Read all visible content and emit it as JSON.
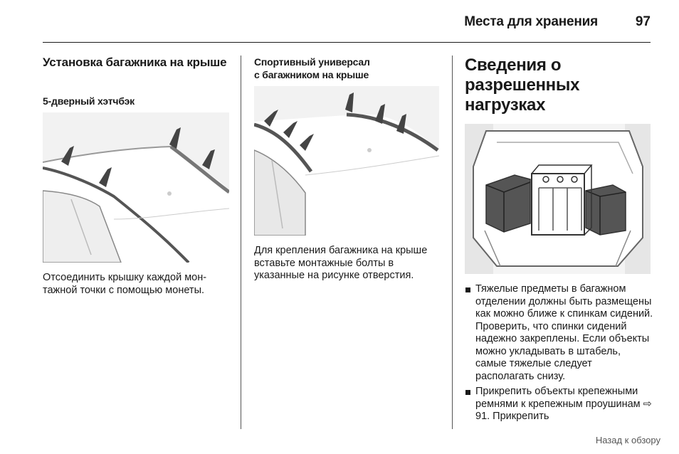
{
  "header": {
    "title": "Места для хранения",
    "page_number": "97"
  },
  "col1": {
    "heading": "Установка багажника на крыше",
    "subheading": "5-дверный хэтчбэк",
    "text": "Отсоединить крышку каждой мон­тажной точки с помощью монеты."
  },
  "col2": {
    "heading_line1": "Спортивный универсал",
    "heading_line2": "с багажником на крыше",
    "text": "Для крепления багажника на крыше вставьте монтажные болты в указанные на рисунке отверстия."
  },
  "col3": {
    "heading": "Сведения о разрешенных нагрузках",
    "bullets": [
      "Тяжелые предметы в багажном отделении должны быть разме­щены как можно ближе к спинкам сидений. Проверить, что спинки сидений надежно закреплены. Если объекты можно укладывать в штабель, самые тяжелые сле­дует располагать снизу.",
      "Прикрепить объекты крепеж­ными ремнями к крепежным про­ушинам ⇨ 91. Прикрепить"
    ]
  },
  "footer": {
    "link": "Назад к обзору"
  }
}
